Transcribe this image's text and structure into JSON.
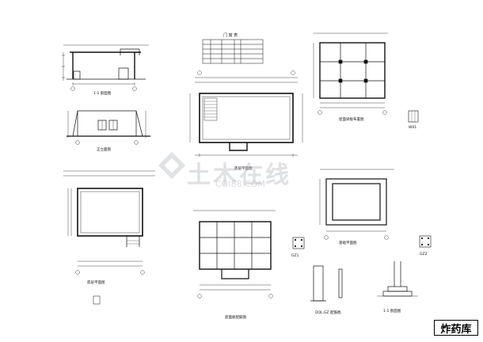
{
  "drawing": {
    "title": "炸药库",
    "watermark": "土木在线",
    "watermark_sub": "COI88.COM"
  },
  "labels": {
    "section_1_1": "1-1 剖面图",
    "front_elevation": "正立面图",
    "door_window_table": "门 窗 表",
    "floor_plan": "底层平面图",
    "roof_beam_plan": "屋面梁板布置图",
    "foundation_plan": "基础平面图",
    "wall_column_plan": "底层平面图",
    "roof_slab_plan": "屋面板配筋图",
    "gz1": "GZ1",
    "gz2": "GZ2",
    "dql_gz": "DQL,GZ 配筋图",
    "section_foundation": "1-1 剖面图",
    "w01": "W01"
  }
}
